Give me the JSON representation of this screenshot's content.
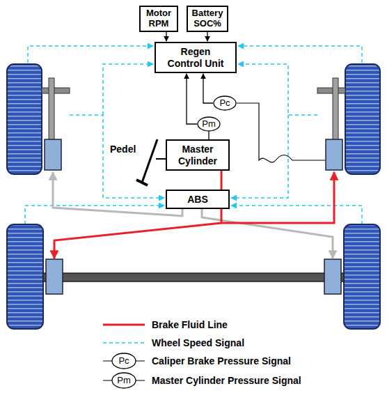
{
  "diagram": {
    "nodes": [
      {
        "text": [
          "Motor RPM"
        ]
      },
      {
        "text": [
          "Battery SOC%"
        ]
      },
      {
        "text": [
          "Regen Control Unit"
        ]
      },
      {
        "text": [
          "Pc"
        ]
      },
      {
        "text": [
          "Pm"
        ]
      },
      {
        "text": [
          "Master Cylinder"
        ]
      },
      {
        "text": [
          "ABS"
        ]
      }
    ],
    "edges": [
      {
        "from": 0,
        "to": 2,
        "arrow": "to"
      },
      {
        "from": 1,
        "to": 2,
        "arrow": "to"
      },
      {
        "from": 3,
        "to": 2,
        "arrow": "to"
      },
      {
        "from": 4,
        "to": 2,
        "arrow": "to"
      },
      {
        "from": 4,
        "to": 5,
        "arrow": "none"
      },
      {
        "from": 5,
        "to": 6,
        "arrow": "none"
      }
    ],
    "labels": [
      "Pedel",
      "Pc",
      "Pm"
    ],
    "legend": [
      {
        "text": "Brake Fluid Line"
      },
      {
        "text": "Wheel Speed Signal"
      },
      {
        "text": "Caliper Brake Pressure Signal"
      },
      {
        "text": "Master Cylinder Pressure Signal"
      }
    ]
  }
}
